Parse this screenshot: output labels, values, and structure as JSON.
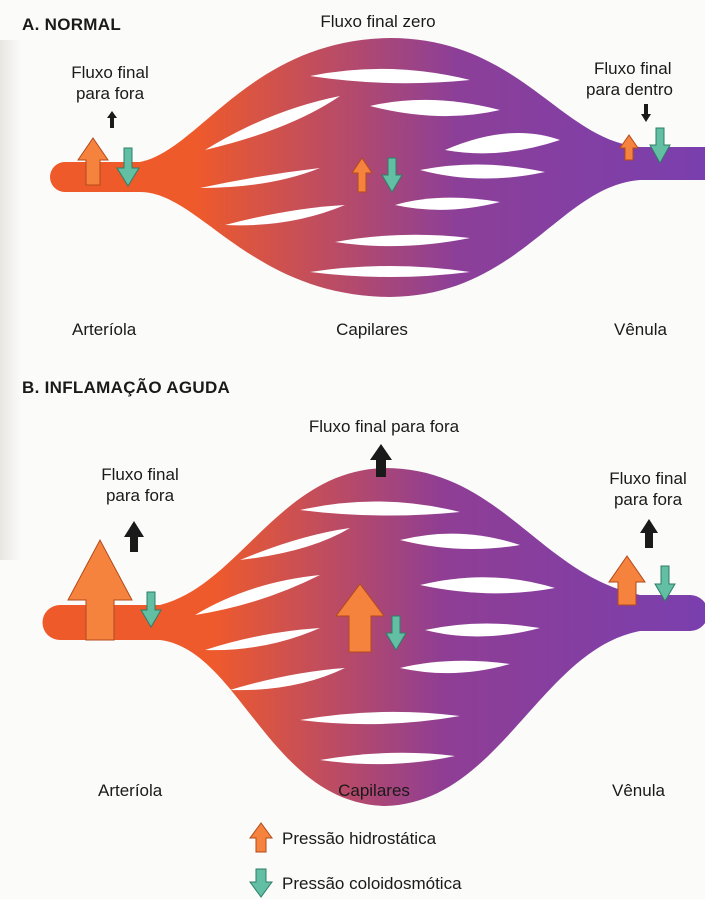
{
  "panels": [
    {
      "heading": "A. NORMAL",
      "top_label": "Fluxo final zero",
      "left_flow": [
        "Fluxo final",
        "para fora"
      ],
      "right_flow": [
        "Fluxo final",
        "para dentro"
      ],
      "arteriole": "Arteríola",
      "capillaries": "Capilares",
      "venule": "Vênula"
    },
    {
      "heading": "B. INFLAMAÇÃO AGUDA",
      "top_label": "Fluxo final para fora",
      "left_flow": [
        "Fluxo final",
        "para fora"
      ],
      "right_flow": [
        "Fluxo final",
        "para fora"
      ],
      "arteriole": "Arteríola",
      "capillaries": "Capilares",
      "venule": "Vênula"
    }
  ],
  "legend": {
    "hydrostatic": "Pressão hidrostática",
    "colloid": "Pressão coloidosmótica"
  },
  "colors": {
    "arterial": "#ef5a2a",
    "venous": "#7a3fae",
    "hydrostatic_arrow": "#f5823d",
    "colloid_arrow": "#62bfa4",
    "net_flow_arrow": "#1a1a1a"
  }
}
